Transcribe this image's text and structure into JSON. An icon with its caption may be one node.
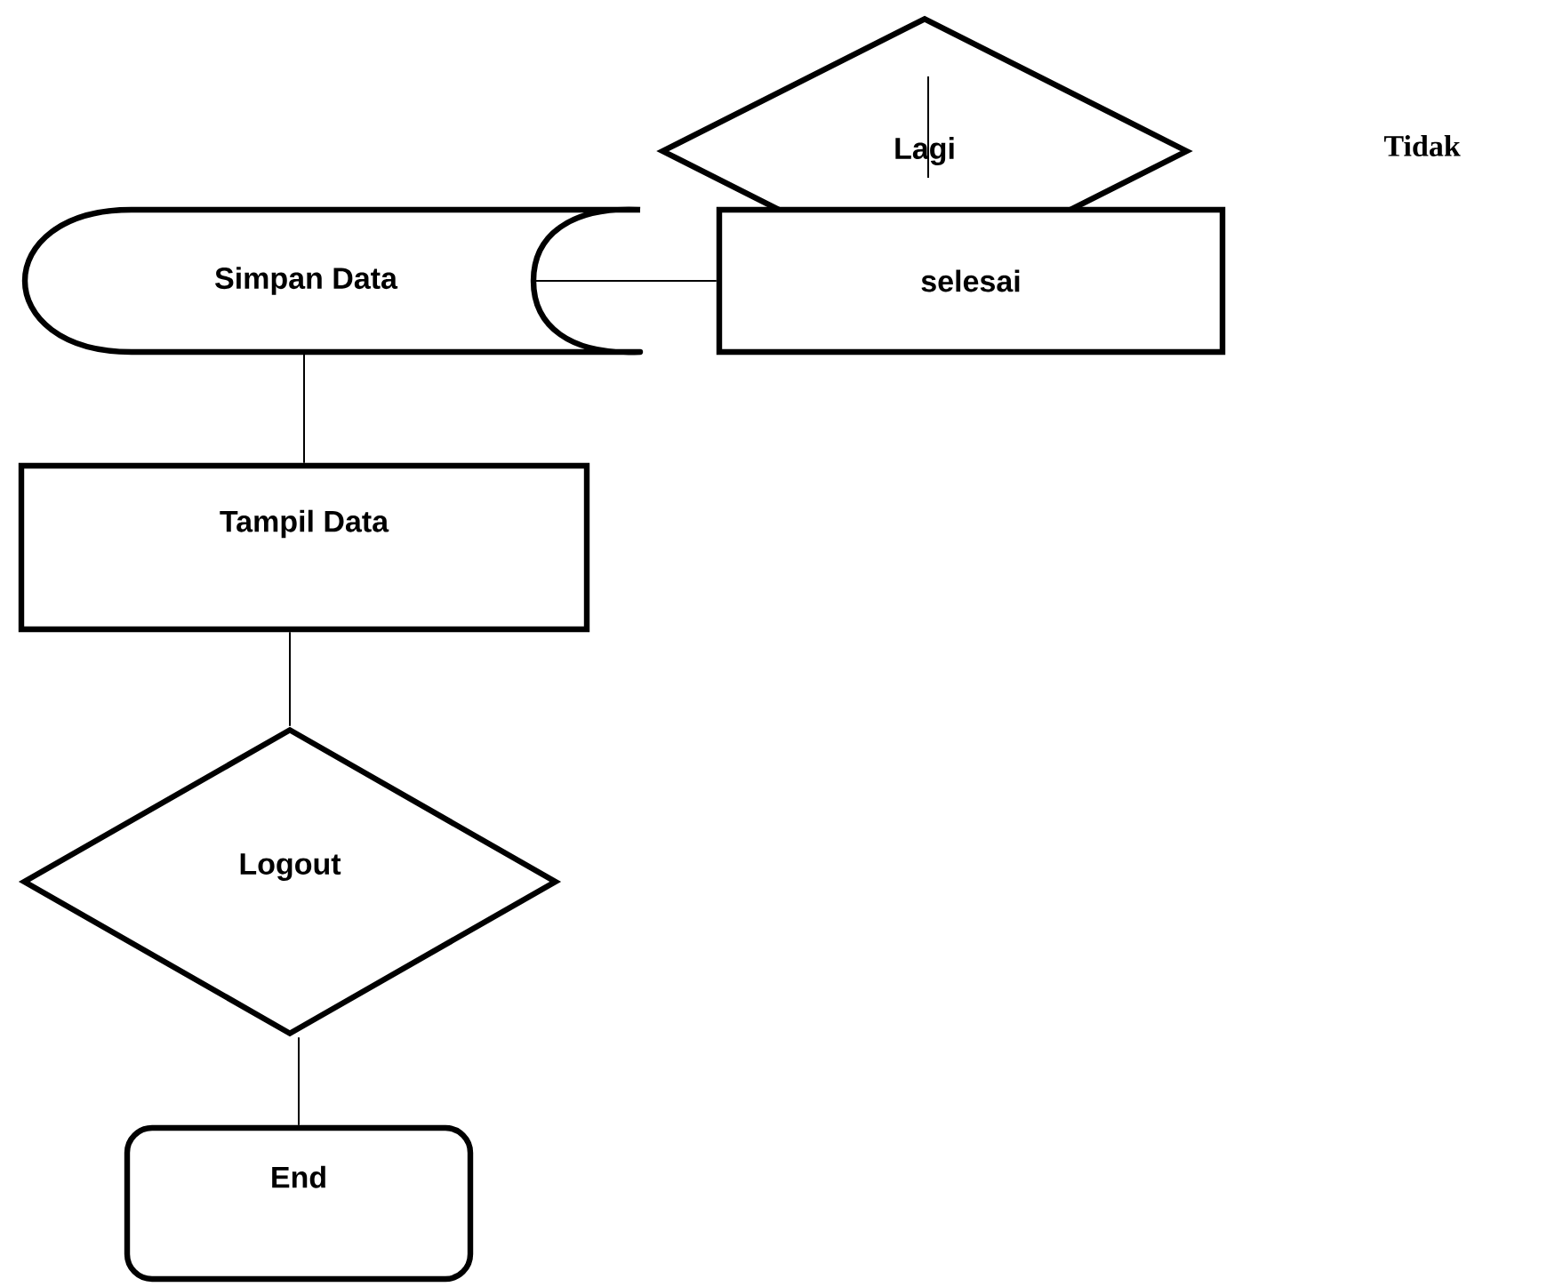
{
  "diagram": {
    "nodes": [
      {
        "text": [
          "Lagi"
        ]
      },
      {
        "text": [
          "Simpan Data"
        ]
      },
      {
        "text": [
          "selesai"
        ]
      },
      {
        "text": [
          "Tampil Data"
        ]
      },
      {
        "text": [
          "Logout"
        ]
      },
      {
        "text": [
          "End"
        ]
      }
    ],
    "edges": [
      {
        "from": 1,
        "to": 2,
        "arrow": "none"
      },
      {
        "from": 1,
        "to": 3,
        "arrow": "none"
      },
      {
        "from": 3,
        "to": 4,
        "arrow": "none"
      },
      {
        "from": 4,
        "to": 5,
        "arrow": "none"
      }
    ],
    "labels": [
      "Tidak"
    ]
  }
}
